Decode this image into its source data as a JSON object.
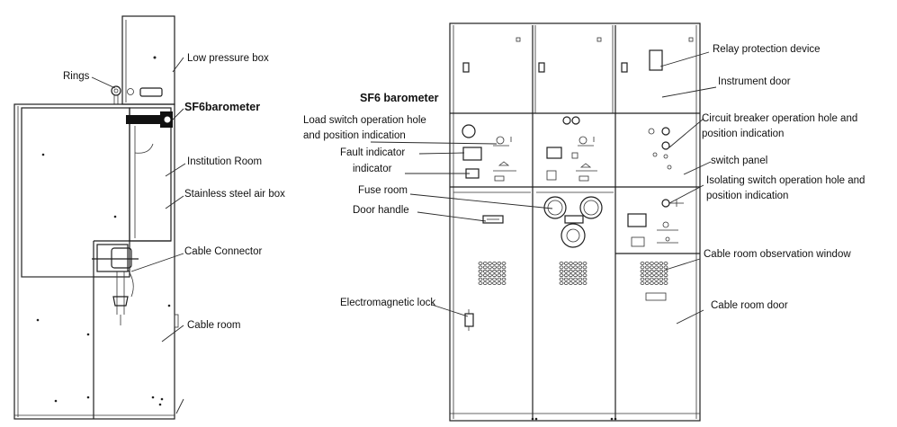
{
  "labels": {
    "low_pressure_box": "Low pressure box",
    "rings": "Rings",
    "sf6_barometer_left": "SF6barometer",
    "institution_room": "Institution Room",
    "stainless_air_box": "Stainless steel air box",
    "cable_connector": "Cable Connector",
    "cable_room": "Cable room",
    "relay_protection_device": "Relay protection device",
    "instrument_door": "Instrument door",
    "sf6_barometer_right": "SF6 barometer",
    "load_switch_line1": "Load switch operation hole",
    "load_switch_line2": "and position indication",
    "circuit_breaker_line1": "Circuit breaker operation hole and",
    "circuit_breaker_line2": "position indication",
    "fault_indicator": "Fault indicator",
    "indicator": "indicator",
    "switch_panel": "switch panel",
    "isolating_switch_line1": "Isolating switch operation hole and",
    "isolating_switch_line2": "position indication",
    "fuse_room": "Fuse room",
    "door_handle": "Door handle",
    "cable_room_observation_window": "Cable room observation window",
    "electromagnetic_lock": "Electromagnetic lock",
    "cable_room_door": "Cable room door"
  }
}
